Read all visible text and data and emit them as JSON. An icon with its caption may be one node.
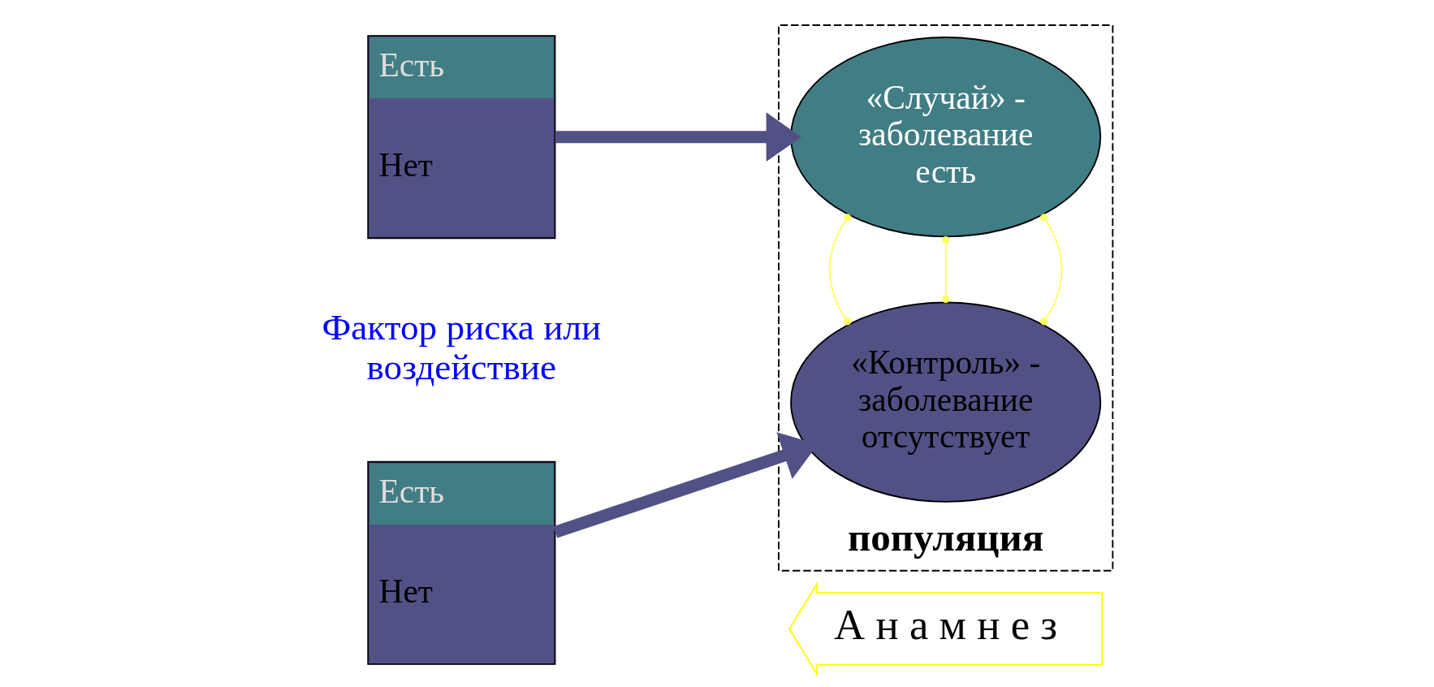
{
  "diagram": {
    "nodes": [
      {
        "text": [
          "Есть",
          "Нет"
        ]
      },
      {
        "text": [
          "Есть",
          "Нет"
        ]
      },
      {
        "text": [
          "популяция"
        ]
      },
      {
        "text": [
          "«Случай» - заболевание есть"
        ],
        "in": 2
      },
      {
        "text": [
          "«Контроль» - заболевание отсутствует"
        ],
        "in": 2
      },
      {
        "text": [
          "А н а м н е з"
        ]
      }
    ],
    "edges": [
      {
        "from": 0,
        "to": 3,
        "arrow": "to",
        "style": "thick",
        "color": "#525186"
      },
      {
        "from": 1,
        "to": 4,
        "arrow": "to",
        "style": "thick",
        "color": "#525186"
      },
      {
        "from": 3,
        "to": 4,
        "arrow": "other",
        "color": "#ffff66"
      },
      {
        "from": 3,
        "to": 4,
        "arrow": "other",
        "color": "#ffff66"
      },
      {
        "from": 3,
        "to": 4,
        "arrow": "other",
        "color": "#ffff66"
      }
    ],
    "labels": [
      "Фактор риска или воздействие"
    ]
  }
}
